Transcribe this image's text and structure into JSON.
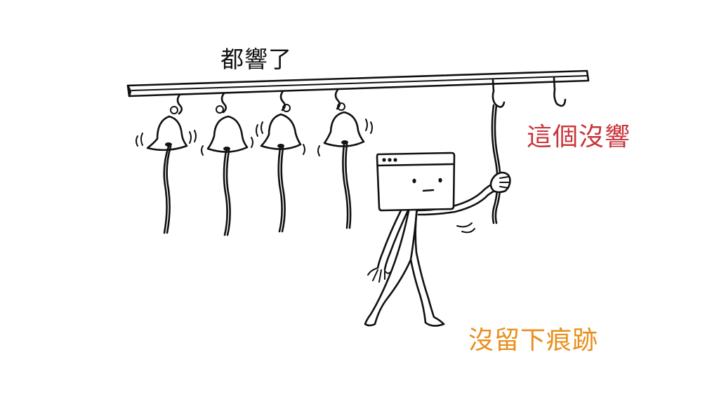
{
  "labels": {
    "all_rang": "都響了",
    "this_one_silent": "這個沒響",
    "no_trace": "沒留下痕跡"
  },
  "colors": {
    "ink": "#111111",
    "silent_label": "#c9343a",
    "no_trace_label": "#e8901e"
  },
  "icons": {
    "character_face": "browser-window-icon"
  }
}
